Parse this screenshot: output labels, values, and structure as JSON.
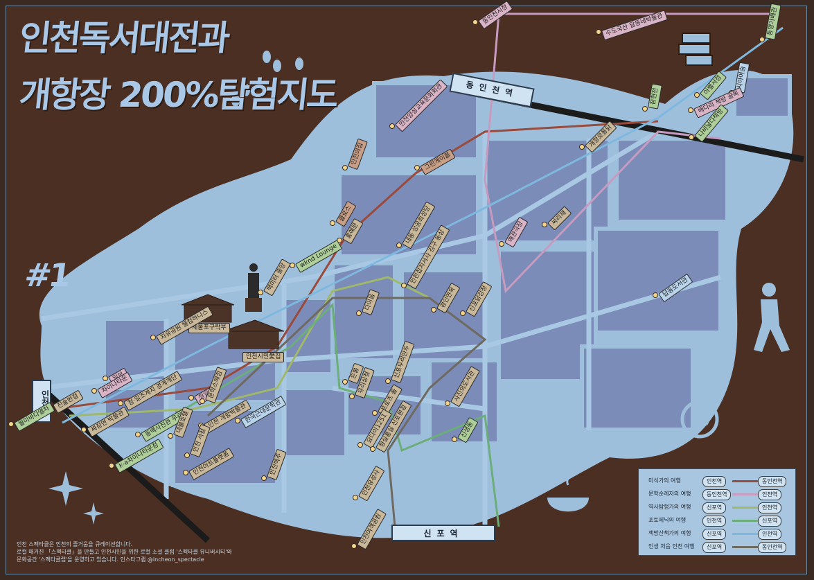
{
  "title": {
    "line1": "인천독서대전과",
    "line2": "개항장 200%탐험지도"
  },
  "issue_number": "#1",
  "stations": {
    "dongincheon": "동인천역",
    "sinpo": "신포역",
    "incheon": "인천역"
  },
  "buildings": {
    "jemul": "제물포구락부",
    "citizens": "인천시민愛집"
  },
  "places": [
    {
      "label": "동인천시장",
      "color": "p-pnk"
    },
    {
      "label": "수도국산 달동네박물관",
      "color": "p-pnk"
    },
    {
      "label": "동양가배관",
      "color": "p-grn"
    },
    {
      "label": "시아여숨",
      "color": "p-blu"
    },
    {
      "label": "아벨서점",
      "color": "p-grn"
    },
    {
      "label": "배다리 책방 골목",
      "color": "p-pnk"
    },
    {
      "label": "잠현전",
      "color": "p-grn"
    },
    {
      "label": "나비날다책방",
      "color": "p-grn"
    },
    {
      "label": "인천양성교육문화회관",
      "color": "p-pnk"
    },
    {
      "label": "인천의집",
      "color": "p-brn"
    },
    {
      "label": "그린게이블",
      "color": "p-brn"
    },
    {
      "label": "개항로통닭",
      "color": "p-tan"
    },
    {
      "label": "싸리재",
      "color": "p-tan"
    },
    {
      "label": "애관극장",
      "color": "p-pnk"
    },
    {
      "label": "클로스",
      "color": "p-brn"
    },
    {
      "label": "홍예문",
      "color": "p-tan"
    },
    {
      "label": "내동 성공회성당",
      "color": "p-tan"
    },
    {
      "label": "wknd Lounge",
      "color": "p-grn"
    },
    {
      "label": "백미터 중앙",
      "color": "p-tan"
    },
    {
      "label": "인천잡지서사 김구 동상",
      "color": "p-tan"
    },
    {
      "label": "경인면옥",
      "color": "p-tan"
    },
    {
      "label": "신포닭강정",
      "color": "p-tan"
    },
    {
      "label": "답동도서관",
      "color": "p-blu"
    },
    {
      "label": "다이음",
      "color": "p-tan"
    },
    {
      "label": "자유공원 웰컴하니스",
      "color": "p-tan"
    },
    {
      "label": "일보",
      "color": "p-pnk"
    },
    {
      "label": "차이나타운",
      "color": "p-pnk"
    },
    {
      "label": "진술번점",
      "color": "p-tan"
    },
    {
      "label": "청·일조계지 경계계단",
      "color": "p-tan"
    },
    {
      "label": "짜장면 박물관",
      "color": "p-tan"
    },
    {
      "label": "청일",
      "color": "p-pnk"
    },
    {
      "label": "문학소매점",
      "color": "p-tan"
    },
    {
      "label": "한국근대문학관",
      "color": "p-blu"
    },
    {
      "label": "인천 개항박물관",
      "color": "p-tan"
    },
    {
      "label": "동백사진관 우리",
      "color": "p-grn"
    },
    {
      "label": "대불호텔",
      "color": "p-tan"
    },
    {
      "label": "인천 서점",
      "color": "p-tan"
    },
    {
      "label": "인천아트플랫폼",
      "color": "p-tan"
    },
    {
      "label": "인천백주",
      "color": "p-tan"
    },
    {
      "label": "은봉",
      "color": "p-tan"
    },
    {
      "label": "유리상점",
      "color": "p-tan"
    },
    {
      "label": "신포우리만두",
      "color": "p-tan"
    },
    {
      "label": "프로츠 돌",
      "color": "p-tan"
    },
    {
      "label": "요다이1251",
      "color": "p-tan"
    },
    {
      "label": "청실홍실 신포본점",
      "color": "p-tan"
    },
    {
      "label": "사진의도서관",
      "color": "p-tan"
    },
    {
      "label": "신생동",
      "color": "p-grn"
    },
    {
      "label": "인천유성사",
      "color": "p-tan"
    },
    {
      "label": "인천여객공원",
      "color": "p-tan"
    },
    {
      "label": "월미바다열차",
      "color": "p-grn"
    },
    {
      "label": "k-a차이나타운점",
      "color": "p-grn"
    }
  ],
  "legend": [
    {
      "name": "미식가의 여행",
      "from": "인천역",
      "to": "동인천역",
      "color": "#9a4a3a"
    },
    {
      "name": "문학순례자의 여행",
      "from": "동인천역",
      "to": "인천역",
      "color": "#c79bc0"
    },
    {
      "name": "역사탐험가의 여행",
      "from": "신포역",
      "to": "인천역",
      "color": "#9fb86a"
    },
    {
      "name": "포토제닉의 여행",
      "from": "인천역",
      "to": "신포역",
      "color": "#6cae7a"
    },
    {
      "name": "책방산책가의 여행",
      "from": "신포역",
      "to": "인천역",
      "color": "#7fb8df"
    },
    {
      "name": "인생 처음 인천 여행",
      "from": "신포역",
      "to": "동인천역",
      "color": "#6f6a60"
    }
  ],
  "footer": {
    "line1": "인천 스펙타클은 인천의 즐거움을 큐레이션합니다.",
    "line2": "로컬 매거진 「스펙타클」을 만들고 인천시민을 위한 로컬 소셜 클럽 '스펙타클 유니버시티'와",
    "line3": "문화공간 '스펙타클랩'을 운영하고 있습니다.  인스타그램 @incheon_spectacle"
  }
}
